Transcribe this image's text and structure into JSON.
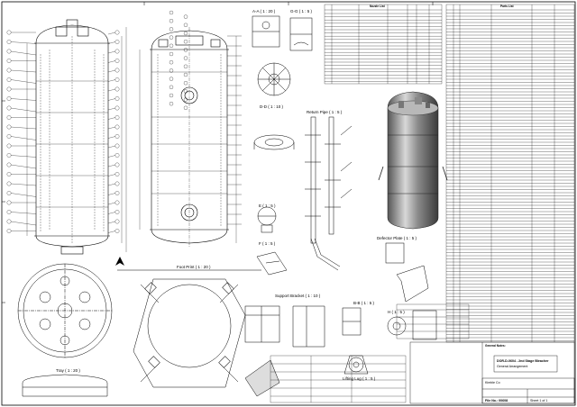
{
  "views": {
    "section_aa": "A-A ( 1 : 20 )",
    "section_gg": "G-G ( 1 : 5 )",
    "detail_dd": "D-D ( 1 : 10 )",
    "return_pipe": "Return Pipe ( 1 : 5 )",
    "view_e": "E ( 1 : 5 )",
    "view_f": "F ( 1 : 5 )",
    "defector_plate": "Defector Plate ( 1 : 5 )",
    "foot_print": "Foot Print ( 1 : 20 )",
    "tray": "Tray ( 1 : 20 )",
    "support_bracket": "Support Bracket ( 1 : 10 )",
    "view_bb": "B-B ( 1 : 5 )",
    "view_h": "H ( 1 : 5 )",
    "lifting_lug": "Lifting Lug ( 1 : 5 )"
  },
  "tables": {
    "nozzle_list_title": "Nozzle List",
    "parts_list_title": "Parts List"
  },
  "notes": {
    "title": "General Notes:"
  },
  "title_block": {
    "drawing_title": "DOR-D-0604 - 2nd Stage Bleacher",
    "drawing_subtitle": "General Arrangement",
    "file_no": "File No.: 00608",
    "company": "Kimble Co",
    "sheet": "Sheet 1 of 1"
  }
}
